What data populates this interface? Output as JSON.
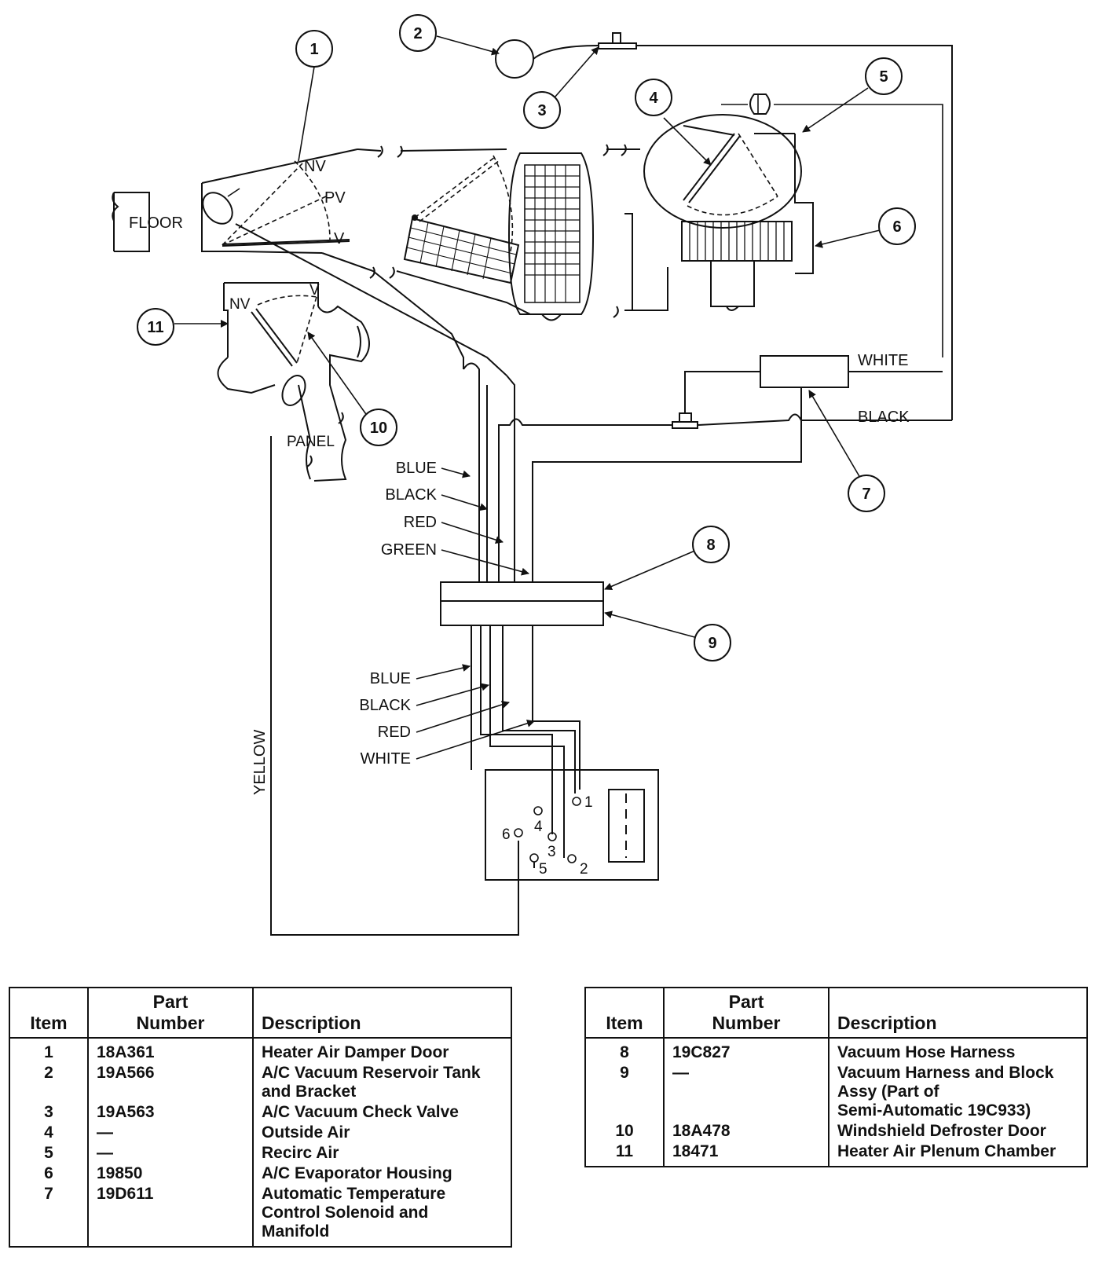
{
  "diagram": {
    "callouts": [
      "1",
      "2",
      "3",
      "4",
      "5",
      "6",
      "7",
      "8",
      "9",
      "10",
      "11"
    ],
    "labels": {
      "floor": "FLOOR",
      "nv": "NV",
      "pv": "PV",
      "v": "V",
      "panel": "PANEL",
      "white": "WHITE",
      "black": "BLACK",
      "yellow": "YELLOW"
    },
    "upper_hoses": [
      "BLUE",
      "BLACK",
      "RED",
      "GREEN"
    ],
    "lower_hoses": [
      "BLUE",
      "BLACK",
      "RED",
      "WHITE"
    ],
    "switch_ports": [
      "1",
      "2",
      "3",
      "4",
      "5",
      "6"
    ]
  },
  "tables": {
    "headers": {
      "item": "Item",
      "part_1": "Part",
      "part_2": "Number",
      "description": "Description"
    },
    "left": [
      {
        "item": "1",
        "part": "18A361",
        "desc": [
          "Heater Air Damper Door"
        ]
      },
      {
        "item": "2",
        "part": "19A566",
        "desc": [
          "A/C Vacuum Reservoir Tank",
          "and Bracket"
        ]
      },
      {
        "item": "3",
        "part": "19A563",
        "desc": [
          "A/C Vacuum Check Valve"
        ]
      },
      {
        "item": "4",
        "part": "—",
        "desc": [
          "Outside Air"
        ]
      },
      {
        "item": "5",
        "part": "—",
        "desc": [
          "Recirc Air"
        ]
      },
      {
        "item": "6",
        "part": "19850",
        "desc": [
          "A/C Evaporator Housing"
        ]
      },
      {
        "item": "7",
        "part": "19D611",
        "desc": [
          "Automatic Temperature",
          "Control Solenoid and",
          "Manifold"
        ]
      }
    ],
    "right": [
      {
        "item": "8",
        "part": "19C827",
        "desc": [
          "Vacuum Hose Harness"
        ]
      },
      {
        "item": "9",
        "part": "—",
        "desc": [
          "Vacuum Harness and Block",
          "Assy (Part of",
          "Semi-Automatic 19C933)"
        ]
      },
      {
        "item": "10",
        "part": "18A478",
        "desc": [
          "Windshield Defroster Door"
        ]
      },
      {
        "item": "11",
        "part": "18471",
        "desc": [
          "Heater Air Plenum Chamber"
        ]
      }
    ]
  }
}
